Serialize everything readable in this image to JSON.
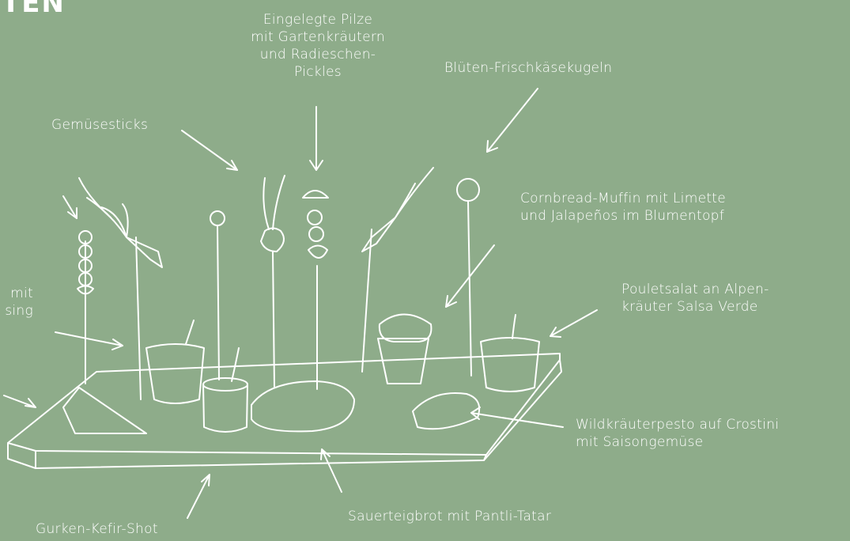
{
  "colors": {
    "background": "#8eac8a",
    "stroke": "#ffffff"
  },
  "heading": "TEN",
  "labels": {
    "pilze": "Eingelegte Pilze\nmit Gartenkräutern\nund Radieschen-\nPickles",
    "kaesekugeln": "Blüten-Frischkäsekugeln",
    "gemuesesticks": "Gemüsesticks",
    "cornbread": "Cornbread-Muffin mit Limette\nund Jalapeños im Blumentopf",
    "partial_left": "mit\nsing",
    "pouletsalat": "Pouletsalat an Alpen-\nkräuter Salsa Verde",
    "wildkraeuter": "Wildkräuterpesto auf Crostini\nmit Saisongemüse",
    "sauerteigbrot": "Sauerteigbrot mit Pantli-Tatar",
    "gurken": "Gurken-Kefir-Shot"
  }
}
